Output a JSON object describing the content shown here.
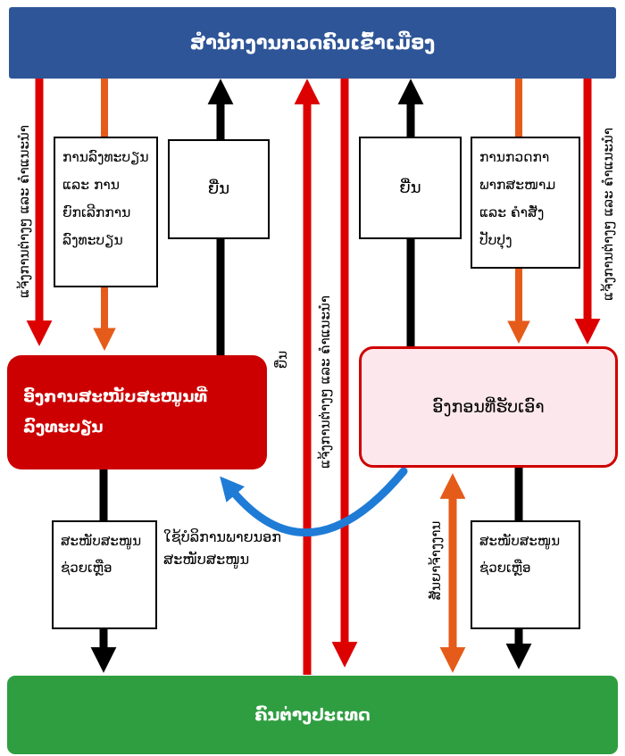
{
  "header": {
    "title": "ສໍານັກງານກວດຄົນເຂົ້າເມືອງ"
  },
  "footer": {
    "title": "ຄົນຕ່າງປະເທດ"
  },
  "boxes": {
    "registration": "ການລົງທະບຽນ ແລະ ການຍົກເລີກການລົງທະບຽນ",
    "submit_left": "ຍື່ນ",
    "submit_right": "ຍື່ນ",
    "inspection": "ການກວດກາພາກສະໜາມ ແລະ ຄໍາສັ່ງປັບປຸງ",
    "support_org": "ອົງການສະໜັບສະໜູນທີ່ລົງທະບຽນ",
    "accepting_org": "ອົງກອນທີ່ຮັບເອົາ",
    "support_left": "ສະໜັບສະໜູນຊ່ວຍເຫຼືອ",
    "support_right": "ສະໜັບສະໜູນຊ່ວຍເຫຼືອ"
  },
  "labels": {
    "notify_left": "ແຈ້ງການຕ່າງໆ ແລະ ຄຳແນະນຳ",
    "notify_middle": "ແຈ້ງການຕ່າງໆ ແລະ ຄຳແນະນຳ",
    "notify_right": "ແຈ້ງການຕ່າງໆ ແລະ ຄຳແນະນຳ",
    "submit_small": "ຍື່ນ",
    "outsourcing": "ໃຊ້ບໍລິການພາຍນອກສະໜັບສະໜູນ",
    "contract": "ສັນຍາຈ້າງງານ"
  },
  "colors": {
    "header_blue": "#2E5597",
    "footer_green": "#2F9E41",
    "support_org_red": "#CC0000",
    "accepting_pink_fill": "#FCE7EC",
    "accepting_pink_border": "#D00000",
    "arrow_red": "#DD0000",
    "arrow_orange": "#E55B1A",
    "arrow_black": "#000000",
    "arrow_blue": "#1F7CD6"
  }
}
